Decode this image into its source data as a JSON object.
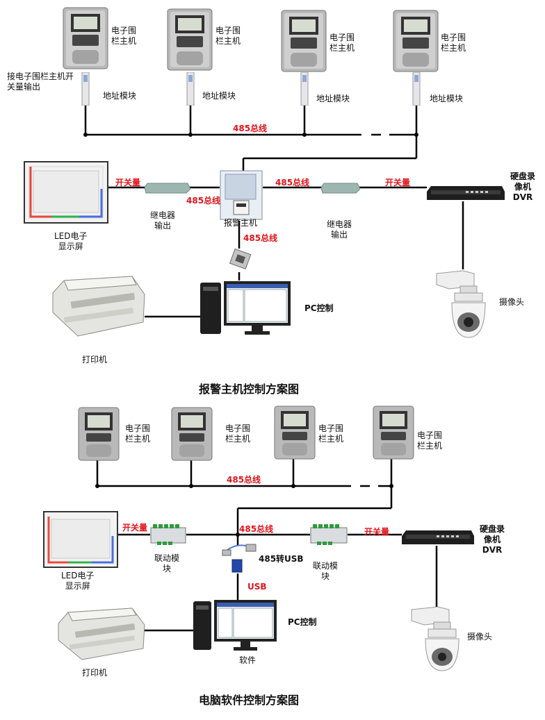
{
  "top": {
    "fence1": "电子围\n栏主机",
    "fence2": "电子围\n栏主机",
    "fence3": "电子围\n栏主机",
    "fence4": "电子围\n栏主机",
    "fence_note": "接电子围栏主机开\n关量输出",
    "addr1": "地址模块",
    "addr2": "地址模块",
    "addr3": "地址模块",
    "addr4": "地址模块",
    "bus_top": "485总线",
    "switch_left": "开关量",
    "bus_left": "485总线",
    "bus_right": "485总线",
    "switch_right": "开关量",
    "dvr": "硬盘录\n像机\nDVR",
    "relay_left": "继电器\n输出",
    "alarm_host": "报警主机",
    "relay_right": "继电器\n输出",
    "led": "LED电子\n显示屏",
    "bus_down": "485总线",
    "pc": "PC控制",
    "camera": "摄像头",
    "printer": "打印机",
    "title": "报警主机控制方案图"
  },
  "bottom": {
    "fence1": "电子围\n栏主机",
    "fence2": "电子围\n栏主机",
    "fence3": "电子围\n栏主机",
    "fence4": "电子围\n栏主机",
    "bus_top": "485总线",
    "switch_left": "开关量",
    "bus_mid": "485总线",
    "switch_right": "开关量",
    "dvr": "硬盘录\n像机\nDVR",
    "link_left": "联动模\n块",
    "converter": "485转USB",
    "link_right": "联动模\n块",
    "led": "LED电子\n显示屏",
    "usb": "USB",
    "pc": "PC控制",
    "software": "软件",
    "camera": "摄像头",
    "printer": "打印机",
    "title": "电脑软件控制方案图"
  },
  "colors": {
    "bus_label": "#e3141b",
    "wire": "#000000",
    "led_frame": "#222222",
    "device_gray": "#9a9a9a"
  }
}
